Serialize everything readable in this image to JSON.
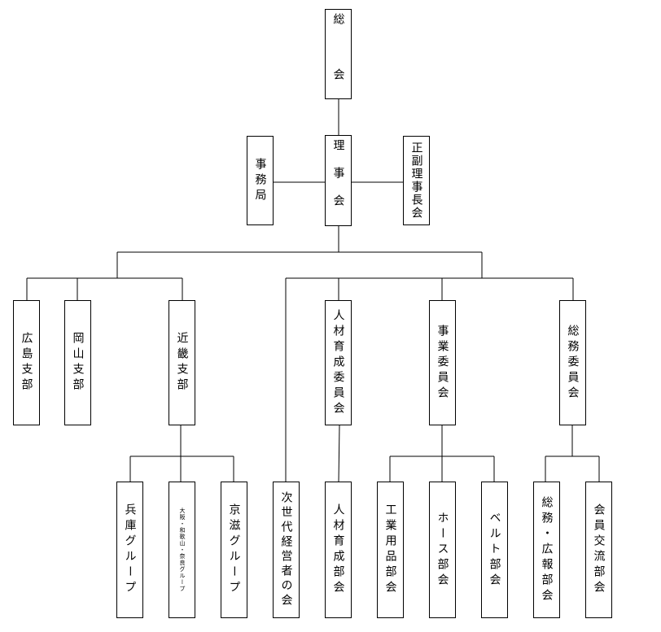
{
  "diagram": {
    "general_assembly": "総　会",
    "board": "理事会",
    "secretariat": "事務局",
    "chair_vice_chair_meeting": "正副理事長会",
    "branches": {
      "hiroshima": "広島支部",
      "okayama": "岡山支部",
      "kinki": "近畿支部"
    },
    "groups": {
      "hyogo": "兵庫グループ",
      "osaka_wakayama_nara": "大阪・和歌山・奈良グループ",
      "kyoto_shiga": "京滋グループ"
    },
    "next_generation_managers": "次世代経営者の会",
    "committees": {
      "hr_development": "人材育成委員会",
      "business": "事業委員会",
      "general_affairs": "総務委員会"
    },
    "sections": {
      "hr_development": "人材育成部会",
      "industrial_supplies": "工業用品部会",
      "hose": "ホース部会",
      "belt": "ベルト部会",
      "general_pr": "総務・広報部会",
      "member_exchange": "会員交流部会"
    }
  }
}
